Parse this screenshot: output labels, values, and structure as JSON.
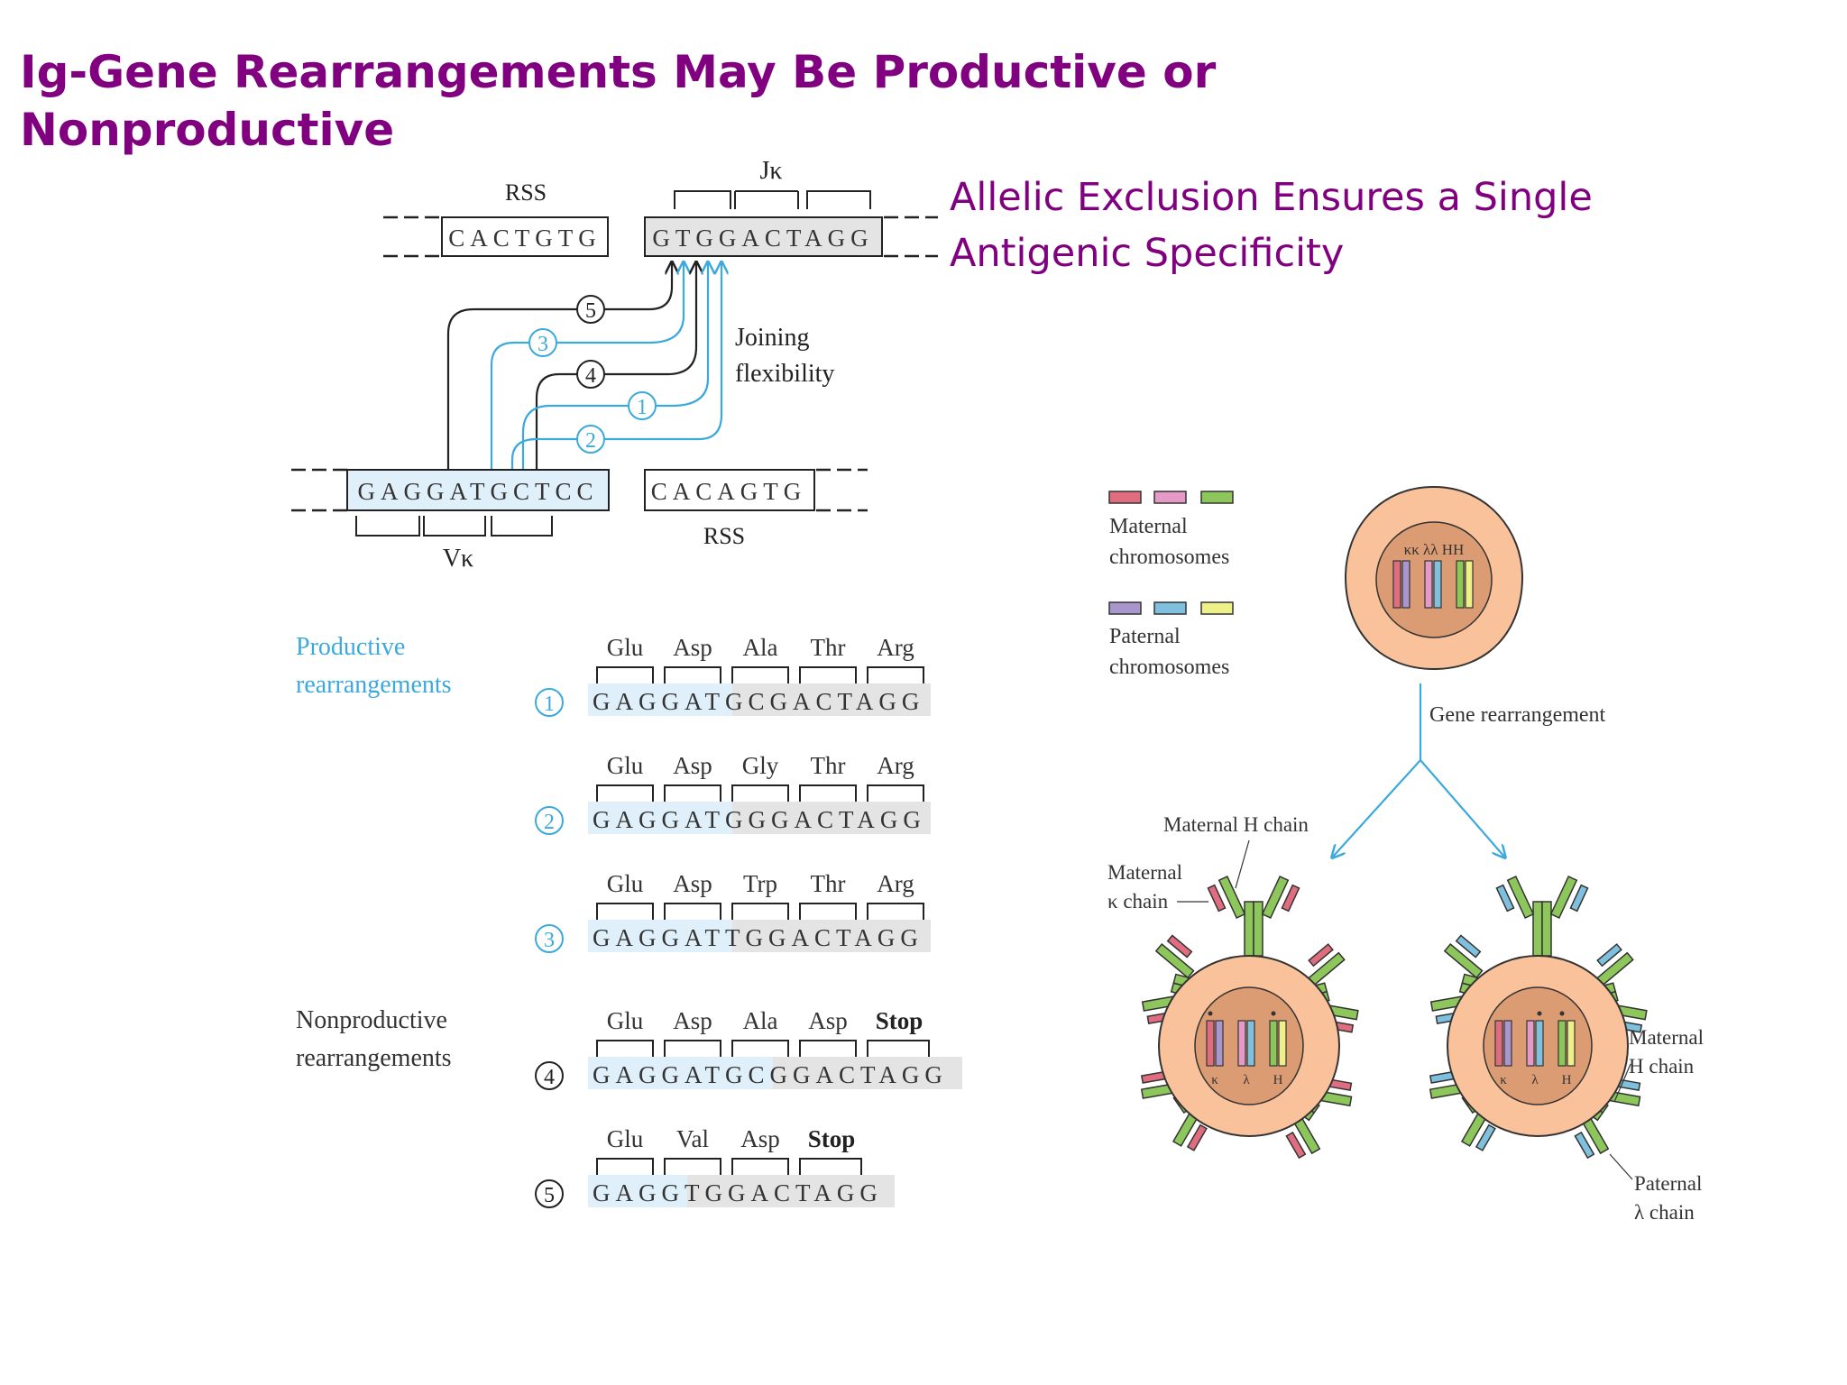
{
  "title": "Ig-Gene Rearrangements May Be Productive or Nonproductive",
  "subtitle": "Allelic Exclusion Ensures a Single Antigenic Specificity",
  "colors": {
    "title": "#800080",
    "accent_blue": "#3ba9dd",
    "cell_fill": "#f9c29b",
    "nucleus_fill": "#dc9c73",
    "maternal_kappa": "#e06c7f",
    "maternal_lambda": "#e69ac8",
    "maternal_h": "#8dc65b",
    "paternal_kappa": "#a996cc",
    "paternal_lambda": "#7fc0de",
    "paternal_h": "#eef08a"
  },
  "joining": {
    "rss_top_label": "RSS",
    "jk_label": "Jκ",
    "rss_top_seq": "CACTGTG",
    "jk_seq": "GTGGACTAGG",
    "vk_seq": "GAGGATGCTCC",
    "rss_bottom_seq": "CACAGTG",
    "rss_bottom_label": "RSS",
    "vk_label": "Vκ",
    "flex_label_1": "Joining",
    "flex_label_2": "flexibility",
    "sites": [
      "5",
      "3",
      "4",
      "1",
      "2"
    ]
  },
  "rearrangements": {
    "productive_label_1": "Productive",
    "productive_label_2": "rearrangements",
    "nonproductive_label_1": "Nonproductive",
    "nonproductive_label_2": "rearrangements",
    "rows": [
      {
        "num": "1",
        "codons": [
          "Glu",
          "Asp",
          "Ala",
          "Thr",
          "Arg"
        ],
        "seq": "GAGGATGCGACTAGG"
      },
      {
        "num": "2",
        "codons": [
          "Glu",
          "Asp",
          "Gly",
          "Thr",
          "Arg"
        ],
        "seq": "GAGGATGGGACTAGG"
      },
      {
        "num": "3",
        "codons": [
          "Glu",
          "Asp",
          "Trp",
          "Thr",
          "Arg"
        ],
        "seq": "GAGGATTGGACTAGG"
      },
      {
        "num": "4",
        "codons": [
          "Glu",
          "Asp",
          "Ala",
          "Asp",
          "Stop"
        ],
        "seq": "GAGGATGCGGACTAGG"
      },
      {
        "num": "5",
        "codons": [
          "Glu",
          "Val",
          "Asp",
          "Stop"
        ],
        "seq": "GAGGTGGACTAGG"
      }
    ]
  },
  "allelic": {
    "maternal_legend_1": "Maternal",
    "maternal_legend_2": "chromosomes",
    "paternal_legend_1": "Paternal",
    "paternal_legend_2": "chromosomes",
    "chrom_header": "κκ λλ HH",
    "gene_rearrangement": "Gene rearrangement",
    "maternal_h_chain": "Maternal H chain",
    "maternal_k_1": "Maternal",
    "maternal_k_2": "κ chain",
    "chrom_letters": [
      "κ",
      "λ",
      "H"
    ],
    "right_maternal_h_1": "Maternal",
    "right_maternal_h_2": "H chain",
    "paternal_l_1": "Paternal",
    "paternal_l_2": "λ chain"
  }
}
